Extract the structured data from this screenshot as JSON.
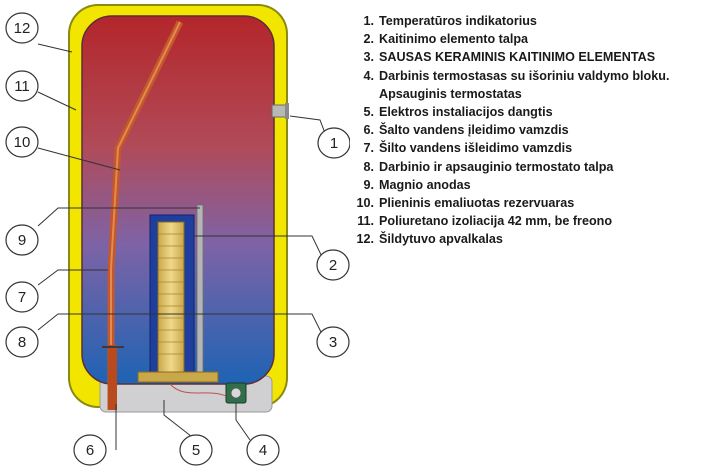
{
  "legend": [
    {
      "num": "1.",
      "text": "Temperatūros indikatorius"
    },
    {
      "num": "2.",
      "text": "Kaitinimo elemento talpa"
    },
    {
      "num": "3.",
      "text": "SAUSAS KERAMINIS KAITINIMO ELEMENTAS"
    },
    {
      "num": "4.",
      "text": "Darbinis termostasas su išoriniu valdymo bloku.",
      "text2": "Apsauginis termostatas"
    },
    {
      "num": "5.",
      "text": "Elektros instaliacijos dangtis"
    },
    {
      "num": "6.",
      "text": "Šalto vandens įleidimo vamzdis"
    },
    {
      "num": "7.",
      "text": "Šilto vandens išleidimo vamzdis"
    },
    {
      "num": "8.",
      "text": "Darbinio ir apsauginio termostato talpa"
    },
    {
      "num": "9.",
      "text": "Magnio anodas"
    },
    {
      "num": "10.",
      "text": "Plieninis emaliuotas rezervuaras"
    },
    {
      "num": "11.",
      "text": "Poliuretano izoliacija 42 mm, be freono"
    },
    {
      "num": "12.",
      "text": "Šildytuvo apvalkalas"
    }
  ],
  "callouts": [
    "12",
    "11",
    "10",
    "9",
    "7",
    "8",
    "6",
    "5",
    "4",
    "1",
    "2",
    "3"
  ],
  "colors": {
    "shell_yellow": "#f2e600",
    "tank_top": "#b3262a",
    "tank_bottom": "#1e63b4",
    "pipe": "#c4582a",
    "heater_body": "#e8c86e",
    "base_grey": "#d0d0d2"
  }
}
